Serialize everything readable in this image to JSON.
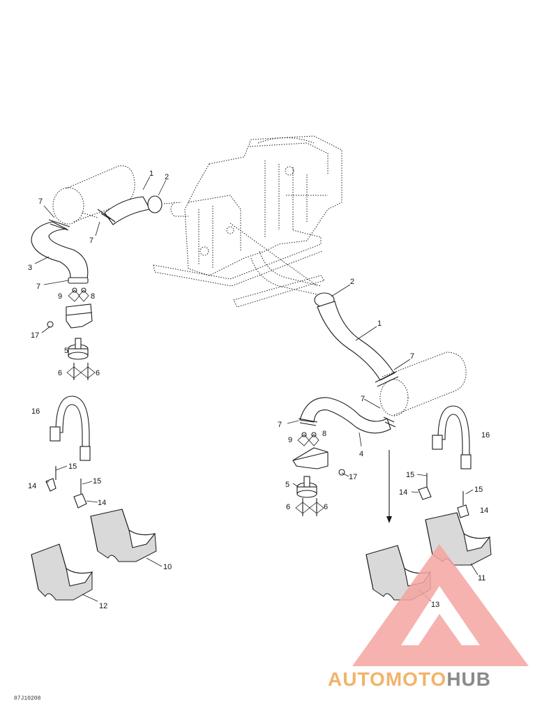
{
  "labels": {
    "l1a": "1",
    "l2a": "2",
    "l7a": "7",
    "l7b": "7",
    "l3": "3",
    "l7c": "7",
    "l9a": "9",
    "l8a": "8",
    "l17a": "17",
    "l5a": "5",
    "l6a": "6",
    "l6b": "6",
    "l16a": "16",
    "l15a": "15",
    "l14a": "14",
    "l15b": "15",
    "l14b": "14",
    "l10": "10",
    "l12": "12",
    "l2b": "2",
    "l1b": "1",
    "l7d": "7",
    "l7e": "7",
    "l7f": "7",
    "l9b": "9",
    "l8b": "8",
    "l4": "4",
    "l17b": "17",
    "l5b": "5",
    "l6c": "6",
    "l6d": "6",
    "l16b": "16",
    "l15c": "15",
    "l14c": "14",
    "l15d": "15",
    "l14d": "14",
    "l11": "11",
    "l13": "13"
  },
  "drawing_code": "07J10208",
  "watermark": {
    "part1": "AUTO",
    "part2": "MOTO",
    "part3": "HUB",
    "color_auto": "#f2b36a",
    "color_moto": "#f2b36a",
    "color_hub": "#8a8a8a",
    "logo_color": "#f5a5a0"
  }
}
